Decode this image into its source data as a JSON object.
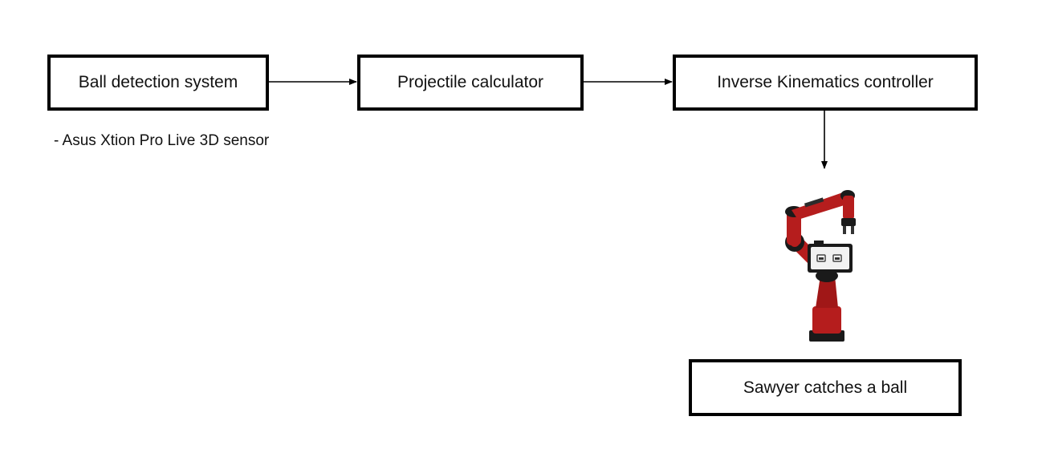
{
  "nodes": {
    "ball_detection": {
      "label": "Ball detection system"
    },
    "projectile_calculator": {
      "label": "Projectile calculator"
    },
    "ik_controller": {
      "label": "Inverse Kinematics controller"
    },
    "sawyer_catch": {
      "label": "Sawyer catches a ball"
    }
  },
  "notes": {
    "sensor": "- Asus Xtion Pro Live 3D sensor"
  },
  "edges": [
    {
      "from": "ball_detection",
      "to": "projectile_calculator"
    },
    {
      "from": "projectile_calculator",
      "to": "ik_controller"
    },
    {
      "from": "ik_controller",
      "to": "robot_image"
    }
  ],
  "colors": {
    "box_border": "#000000",
    "robot_body": "#b51d1d",
    "robot_dark": "#1a1a1a"
  }
}
